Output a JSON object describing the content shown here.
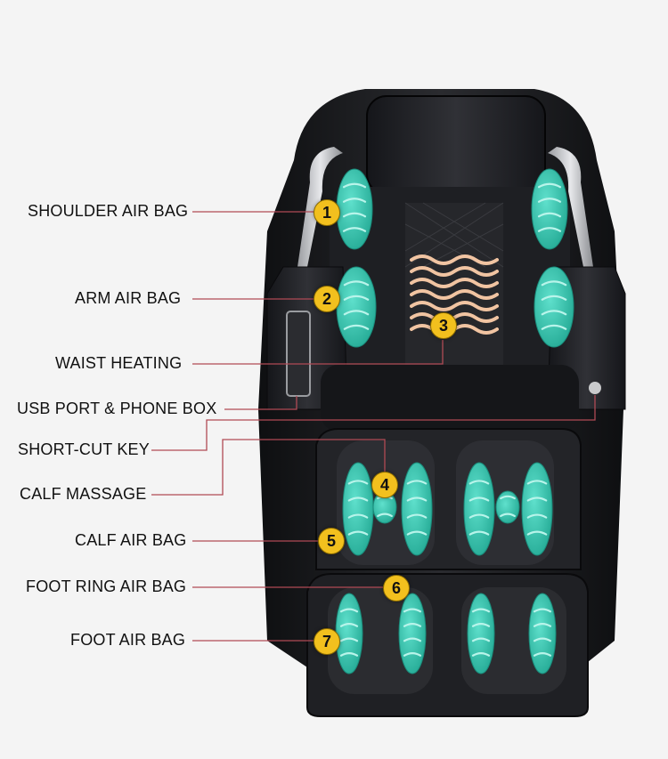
{
  "colors": {
    "background": "#f4f4f4",
    "chair": "#1c1d20",
    "airbag": "#3cc9b5",
    "heating": "#e8b896",
    "badge": "#f2c01e",
    "leader_line": "#b04a55"
  },
  "labels": [
    {
      "id": "shoulder",
      "text": "SHOULDER AIR BAG"
    },
    {
      "id": "arm",
      "text": "ARM AIR BAG"
    },
    {
      "id": "waist",
      "text": "WAIST HEATING"
    },
    {
      "id": "usb",
      "text": "USB PORT & PHONE BOX"
    },
    {
      "id": "shortcut",
      "text": "SHORT-CUT KEY"
    },
    {
      "id": "calf_massage",
      "text": "CALF MASSAGE"
    },
    {
      "id": "calf_air",
      "text": "CALF AIR BAG"
    },
    {
      "id": "foot_ring",
      "text": "FOOT RING AIR BAG"
    },
    {
      "id": "foot_air",
      "text": "FOOT AIR BAG"
    }
  ],
  "badges": [
    "1",
    "2",
    "3",
    "4",
    "5",
    "6",
    "7"
  ],
  "airbag_icon": "airbag-icon"
}
